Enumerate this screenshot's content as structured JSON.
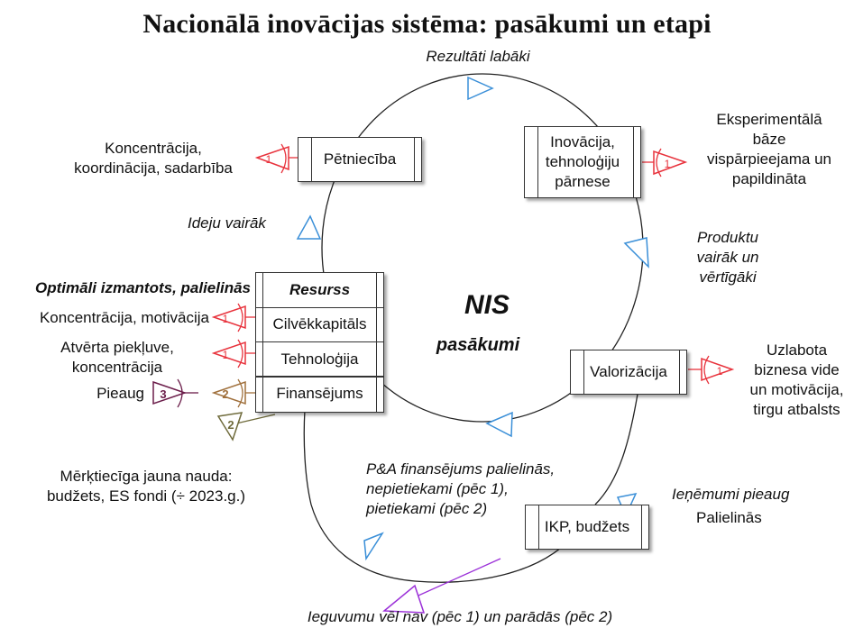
{
  "title": "Nacionālā inovācijas sistēma: pasākumi un etapi",
  "center": {
    "line1": "NIS",
    "line2": "pasākumi"
  },
  "boxes": {
    "petnieciba": "Pētniecība",
    "inovacija": "Inovācija, tehnoloģiju pārnese",
    "valorizacija": "Valorizācija",
    "ikp": "IKP, budžets"
  },
  "resource_table": {
    "header": "Resurss",
    "rows": [
      "Cilvēkkapitāls",
      "Tehnoloģija",
      "Finansējums"
    ]
  },
  "cycle_labels": {
    "top": "Rezultāti labāki",
    "ideas": "Ideju vairāk",
    "products": [
      "Produktu",
      "vairāk un",
      "vērtīgāki"
    ],
    "revenue": "Ieņēmumi pieaug",
    "rd_funding": [
      "P&A finansējums palielinās,",
      "nepietiekami (pēc 1),",
      "pietiekami (pēc 2)"
    ],
    "bottom": "Ieguvumu vēl nav (pēc 1) un parādās (pēc 2)"
  },
  "side_labels": {
    "concentration": [
      "Koncentrācija,",
      "koordinācija, sadarbība"
    ],
    "experimental": [
      "Eksperimentālā",
      "bāze",
      "vispārpieejama un",
      "papildināta"
    ],
    "optimal": "Optimāli izmantots, palielinās",
    "motivation": "Koncentrācija, motivācija",
    "access": [
      "Atvērta piekļuve,",
      "koncentrācija"
    ],
    "grows": "Pieaug",
    "business": [
      "Uzlabota",
      "biznesa vide",
      "un motivācija,",
      "tirgu atbalsts"
    ],
    "increases": "Palielinās",
    "new_money": [
      "Mērķtiecīga jauna nauda:",
      "budžets, ES fondi (÷ 2023.g.)"
    ]
  },
  "stage_markers": [
    "1",
    "1",
    "1",
    "1",
    "1",
    "2",
    "2",
    "3"
  ],
  "colors": {
    "stage1": "#e8323c",
    "stage2": "#a0703c",
    "stage3": "#6b1d4a",
    "stage2_dark": "#6e6a3a",
    "flow_arrow": "#3a8fd8",
    "purple_arrow": "#9b30d8"
  }
}
